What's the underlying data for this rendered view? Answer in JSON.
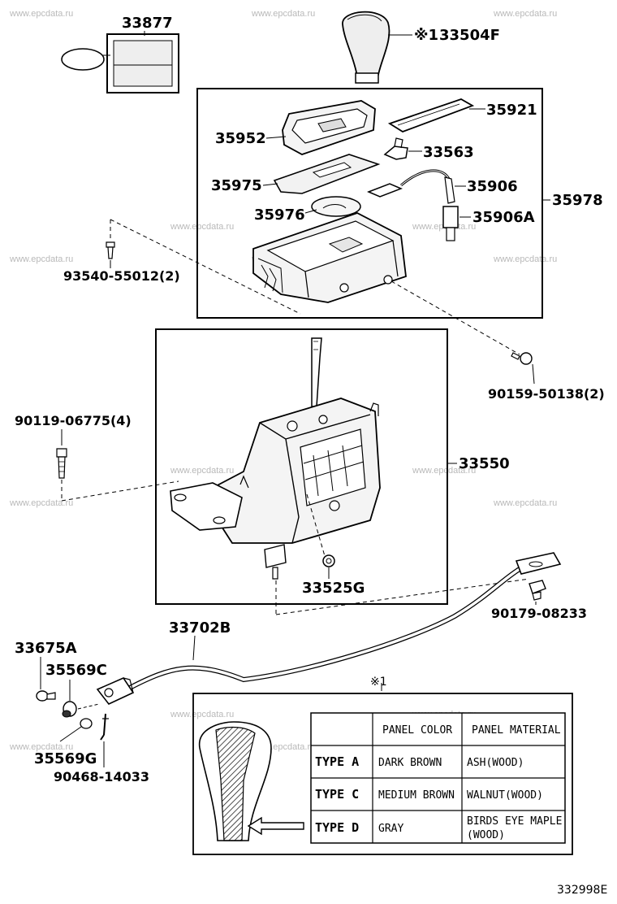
{
  "watermark": "www.epcdata.ru",
  "parts": {
    "p33877": "33877",
    "p33504F": "33504F",
    "p33504F_mark": "※1",
    "p35921": "35921",
    "p35952": "35952",
    "p33563": "33563",
    "p35975": "35975",
    "p35906": "35906",
    "p35978": "35978",
    "p35976": "35976",
    "p35906A": "35906A",
    "p93540": "93540-55012(2)",
    "p90159": "90159-50138(2)",
    "p90119": "90119-06775(4)",
    "p33550": "33550",
    "p33525G": "33525G",
    "p90179": "90179-08233",
    "p33702B": "33702B",
    "p33675A": "33675A",
    "p35569C": "35569C",
    "p35569G": "35569G",
    "p90468": "90468-14033"
  },
  "detail_mark": "※1",
  "table": {
    "headers": [
      "",
      "PANEL COLOR",
      "PANEL MATERIAL"
    ],
    "rows": [
      {
        "type": "TYPE  A",
        "color": "DARK BROWN",
        "material": "ASH(WOOD)",
        "material2": ""
      },
      {
        "type": "TYPE  C",
        "color": "MEDIUM BROWN",
        "material": "WALNUT(WOOD)",
        "material2": ""
      },
      {
        "type": "TYPE  D",
        "color": "GRAY",
        "material": "BIRDS EYE MAPLE",
        "material2": "(WOOD)"
      }
    ]
  },
  "drawing_number": "332998E"
}
